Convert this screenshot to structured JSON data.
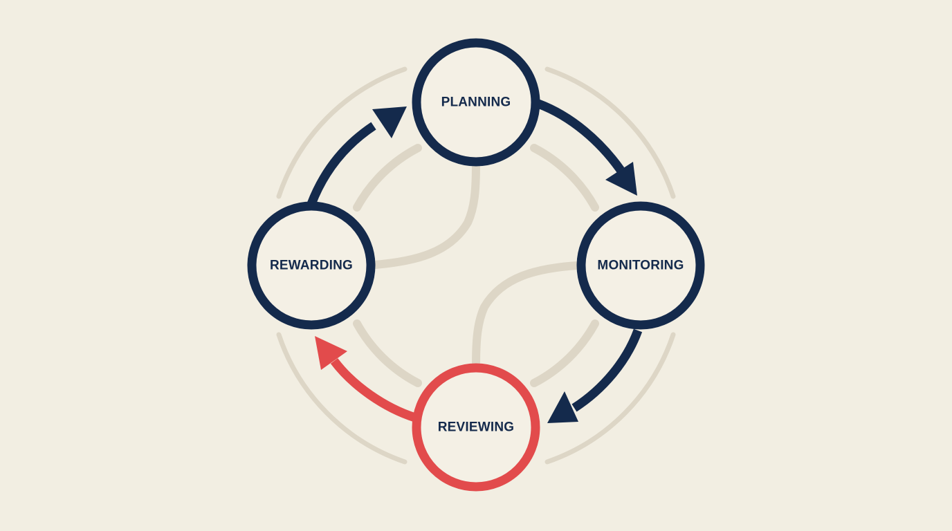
{
  "diagram": {
    "type": "cycle",
    "colors": {
      "background": "#f2eee2",
      "primary": "#142a4c",
      "accent": "#e24b4c",
      "decor": "#ddd6c6",
      "node_fill": "#f4f0e5"
    },
    "nodes": [
      {
        "id": "planning",
        "label": "PLANNING",
        "highlighted": false
      },
      {
        "id": "monitoring",
        "label": "MONITORING",
        "highlighted": false
      },
      {
        "id": "reviewing",
        "label": "REVIEWING",
        "highlighted": true
      },
      {
        "id": "rewarding",
        "label": "REWARDING",
        "highlighted": false
      }
    ],
    "edges": [
      {
        "from": "planning",
        "to": "monitoring",
        "highlighted": false
      },
      {
        "from": "monitoring",
        "to": "reviewing",
        "highlighted": false
      },
      {
        "from": "reviewing",
        "to": "rewarding",
        "highlighted": true
      },
      {
        "from": "rewarding",
        "to": "planning",
        "highlighted": false
      }
    ]
  }
}
